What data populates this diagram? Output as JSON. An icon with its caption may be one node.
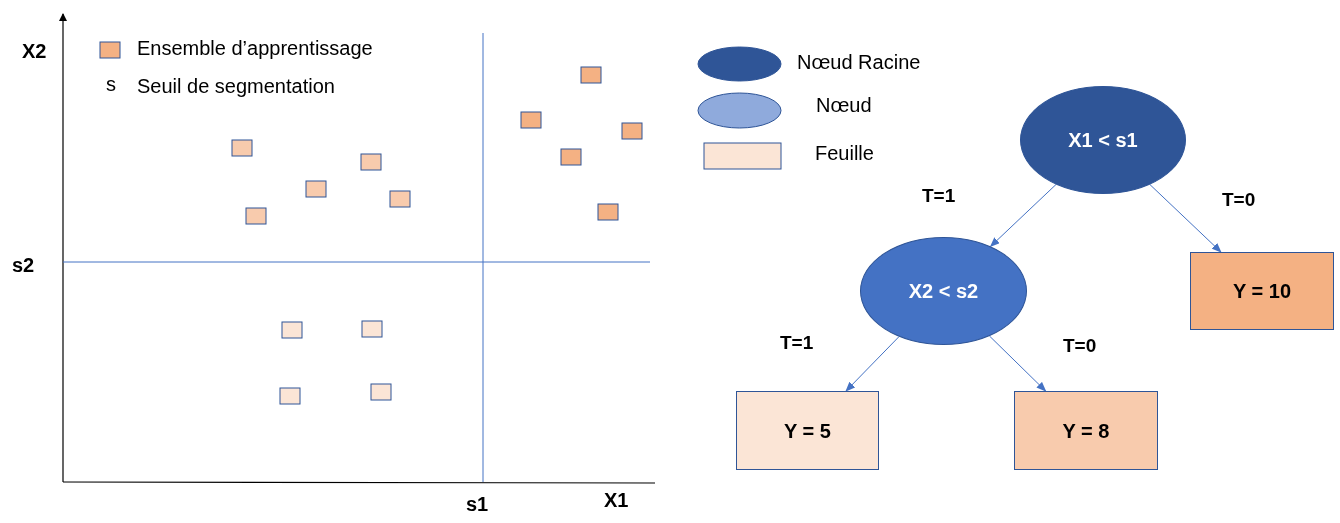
{
  "diagram": {
    "nodes": [
      {
        "text": [
          "X1 < s1"
        ]
      },
      {
        "text": [
          "X2 < s2"
        ]
      },
      {
        "text": [
          "Y = 10"
        ]
      },
      {
        "text": [
          "Y = 5"
        ]
      },
      {
        "text": [
          "Y = 8"
        ]
      }
    ],
    "edges": [
      {
        "from": 0,
        "to": 1,
        "arrow": "to",
        "label": "T=1"
      },
      {
        "from": 0,
        "to": 2,
        "arrow": "to",
        "label": "T=0"
      },
      {
        "from": 1,
        "to": 3,
        "arrow": "to",
        "label": "T=1"
      },
      {
        "from": 1,
        "to": 4,
        "arrow": "to",
        "label": "T=0"
      }
    ],
    "labels": [
      "X2",
      "s",
      "s2",
      "s1",
      "X1"
    ],
    "legend": [
      {
        "text": "Ensemble d’apprentissage",
        "color": "#f4b183"
      },
      {
        "text": "Seuil de segmentation"
      },
      {
        "text": "Nœud Racine",
        "color": "#2f5597"
      },
      {
        "text": "Nœud",
        "color": "#8faadc"
      },
      {
        "text": "Feuille",
        "color": "#fbe5d6"
      }
    ]
  }
}
